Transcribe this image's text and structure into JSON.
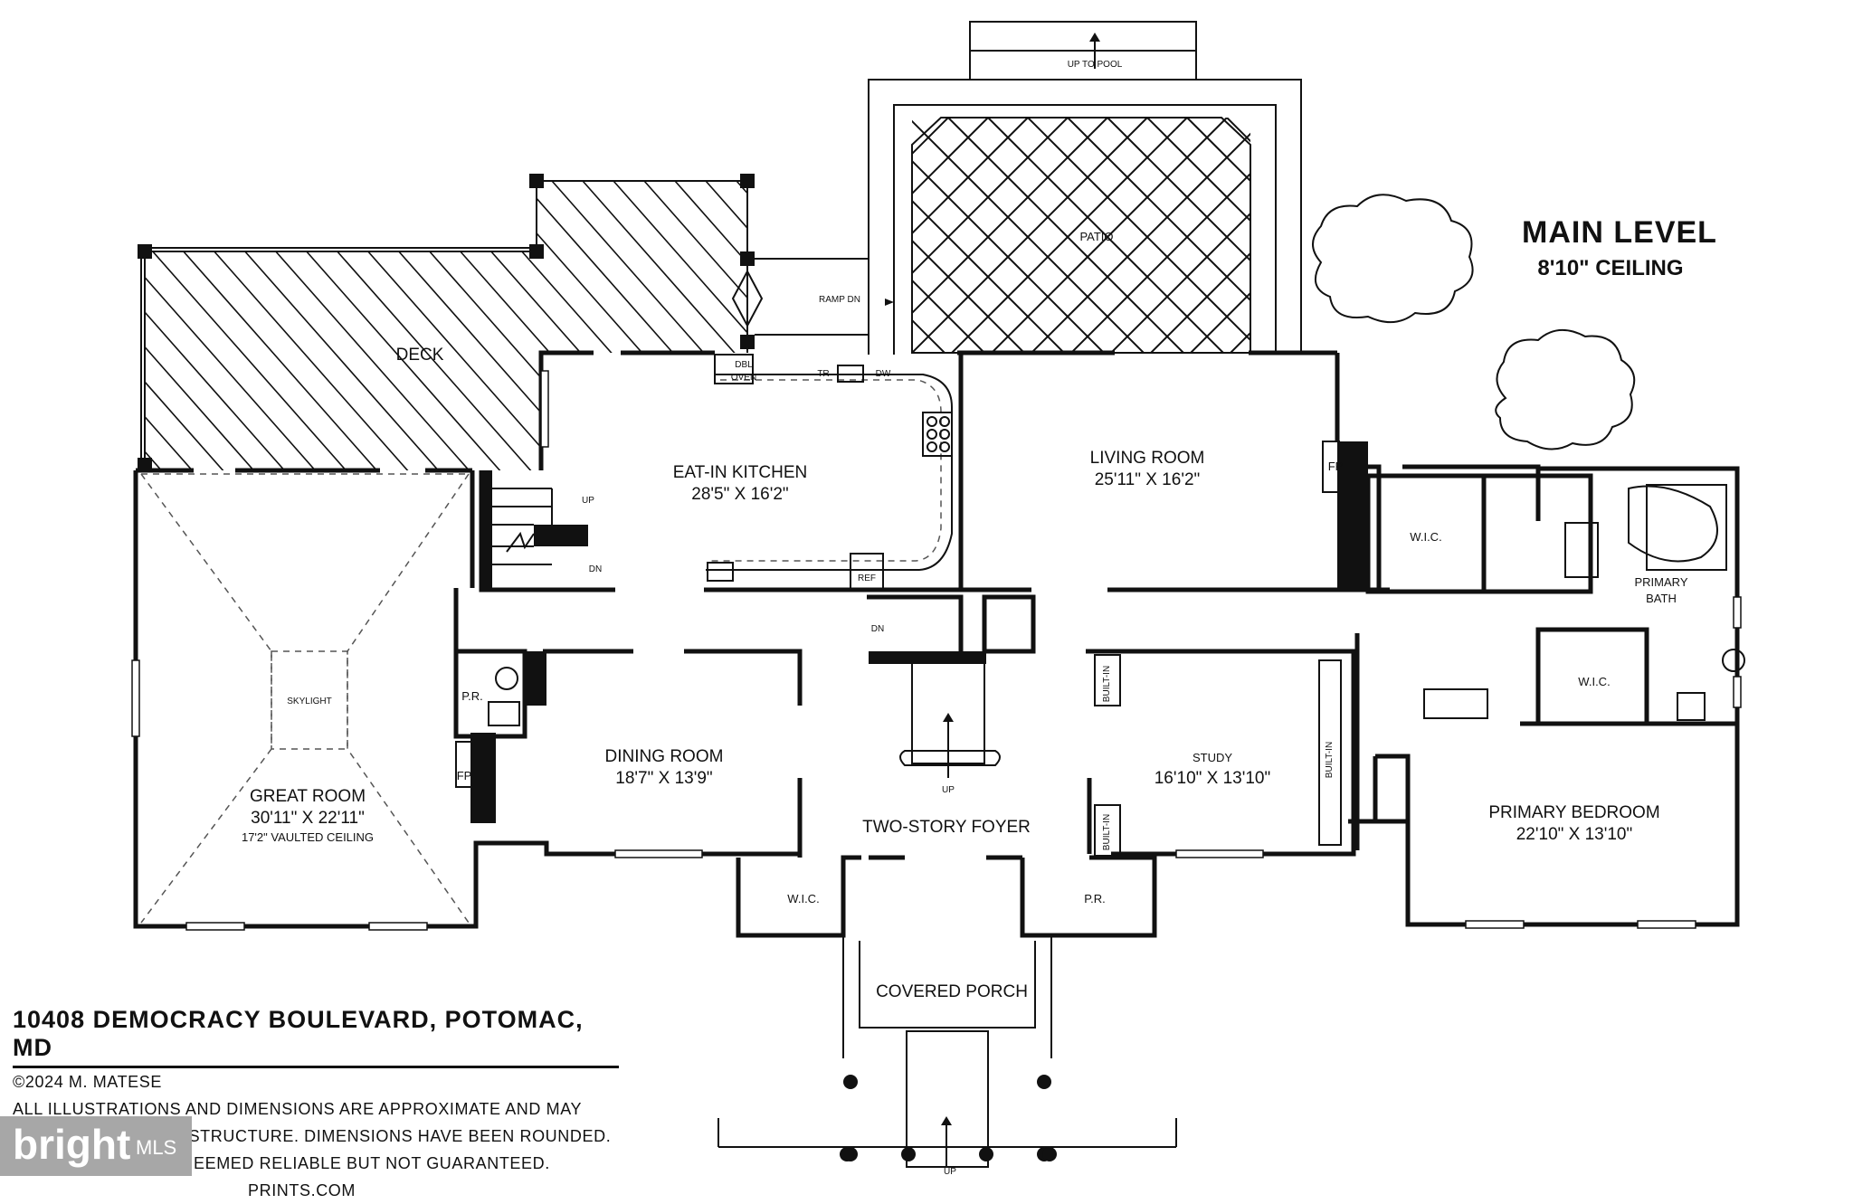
{
  "plan": {
    "level_title": "MAIN LEVEL",
    "ceiling": "8'10\" CEILING",
    "rooms": {
      "deck": "DECK",
      "patio": "PATIO",
      "up_to_pool": "UP TO POOL",
      "ramp_dn": "RAMP DN",
      "kitchen_name": "EAT-IN KITCHEN",
      "kitchen_dims": "28'5\" X 16'2\"",
      "living_name": "LIVING ROOM",
      "living_dims": "25'11\" X 16'2\"",
      "great_name": "GREAT ROOM",
      "great_dims": "30'11\" X 22'11\"",
      "great_ceiling": "17'2\" VAULTED CEILING",
      "skylight": "SKYLIGHT",
      "dining_name": "DINING ROOM",
      "dining_dims": "18'7\" X 13'9\"",
      "foyer": "TWO-STORY FOYER",
      "study_name": "STUDY",
      "study_dims": "16'10\" X 13'10\"",
      "primary_bed_name": "PRIMARY BEDROOM",
      "primary_bed_dims": "22'10\" X 13'10\"",
      "primary_bath_1": "PRIMARY",
      "primary_bath_2": "BATH",
      "covered_porch": "COVERED PORCH",
      "wic": "W.I.C.",
      "pr": "P.R.",
      "fp": "FP",
      "built_in": "BUILT-IN",
      "dbl": "DBL",
      "oven": "OVEN",
      "tr": "TR",
      "dw": "DW",
      "ref": "REF",
      "up": "UP",
      "dn": "DN"
    }
  },
  "caption": {
    "address": "10408 DEMOCRACY BOULEVARD, POTOMAC, MD",
    "copyright": "©2024 M. MATESE",
    "line1": "ALL ILLUSTRATIONS AND DIMENSIONS ARE APPROXIMATE AND MAY",
    "line2": "VARY FROM ACTUAL STRUCTURE. DIMENSIONS HAVE BEEN ROUNDED.",
    "line3": "EEMED RELIABLE BUT NOT GUARANTEED.",
    "line4": "PRINTS.COM"
  },
  "watermark": {
    "brand": "bright",
    "suffix": "MLS"
  }
}
